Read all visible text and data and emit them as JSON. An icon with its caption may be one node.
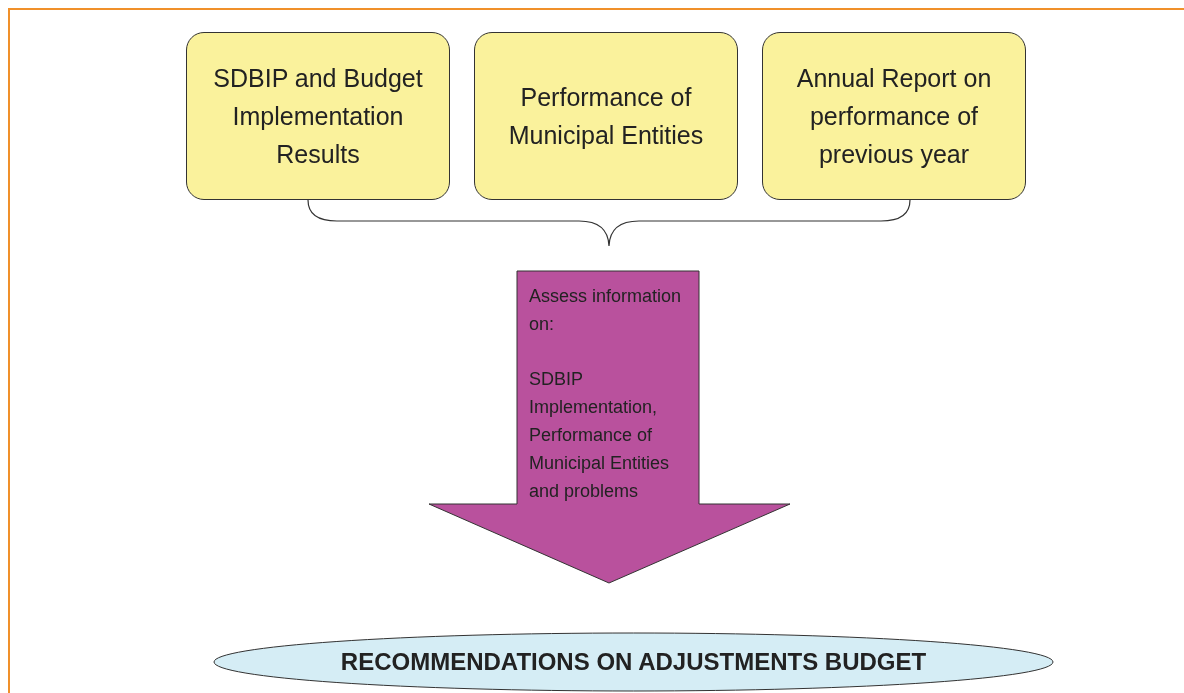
{
  "diagram": {
    "nodes": [
      {
        "text": [
          "SDBIP and Budget Implementation Results"
        ]
      },
      {
        "text": [
          "Performance of Municipal Entities"
        ]
      },
      {
        "text": [
          "Annual Report on performance of previous year"
        ]
      },
      {
        "text": [
          "Assess information on:",
          "SDBIP Implementation, Performance of Municipal Entities and problems"
        ]
      },
      {
        "text": [
          "RECOMMENDATIONS ON ADJUSTMENTS BUDGET"
        ]
      }
    ]
  }
}
